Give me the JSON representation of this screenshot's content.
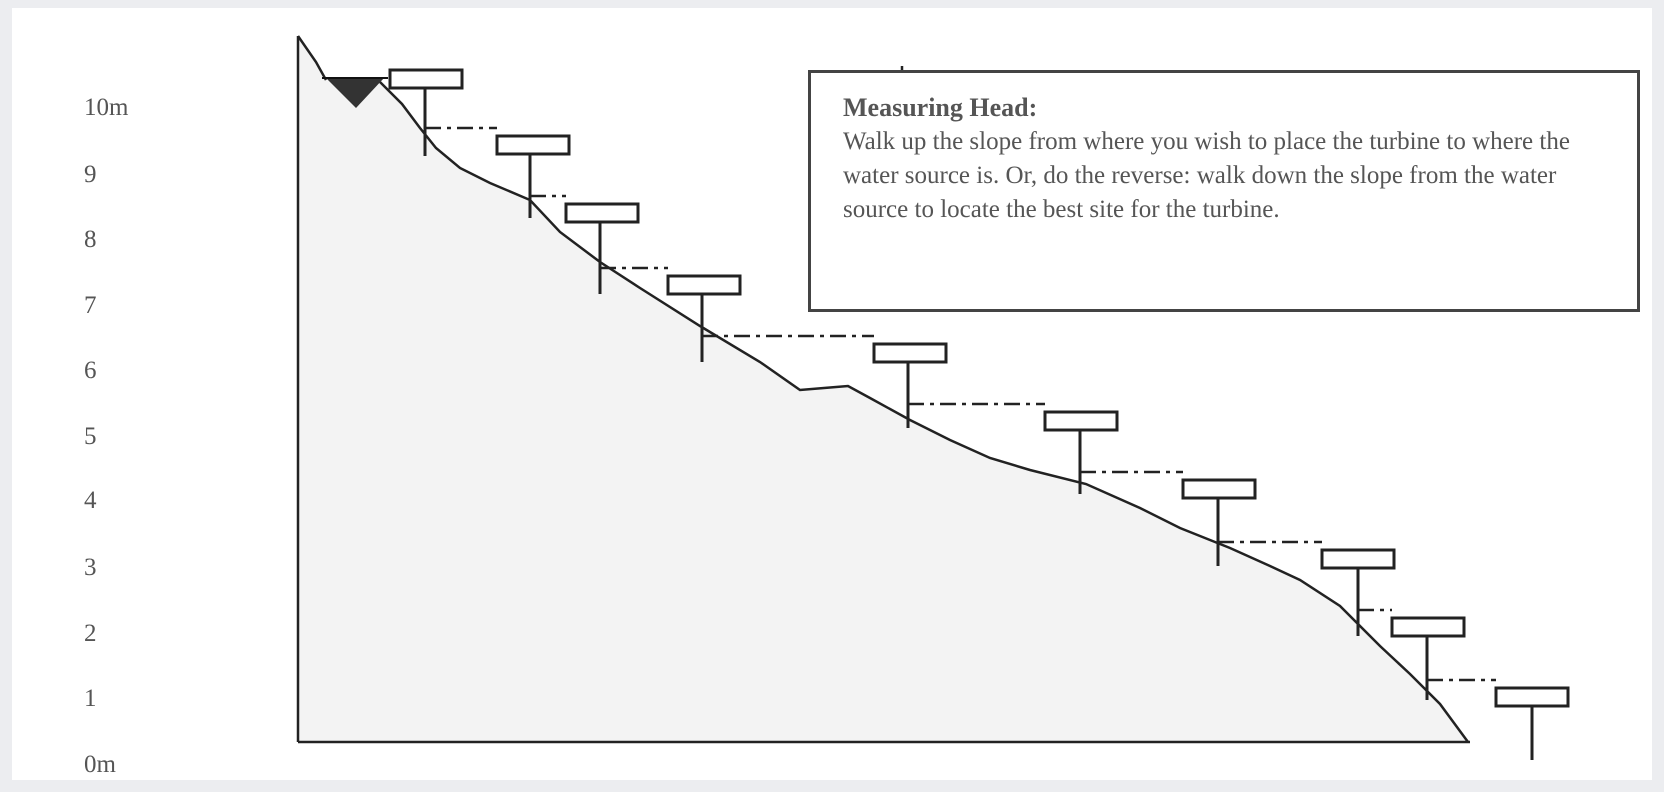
{
  "axis": {
    "labels": [
      "10m",
      "9",
      "8",
      "7",
      "6",
      "5",
      "4",
      "3",
      "2",
      "1",
      "0m"
    ]
  },
  "note": {
    "title": "Measuring Head:",
    "body": "Walk up the slope from where you wish to place the turbine to where the water source is. Or, do the reverse: walk down the slope from the water source to locate the best site for the turbine."
  },
  "colors": {
    "ground_fill": "#f3f3f3",
    "line": "#222222",
    "water": "#333333"
  },
  "icons": [
    "water-source-icon",
    "level-board-icon",
    "measuring-staff-icon"
  ]
}
